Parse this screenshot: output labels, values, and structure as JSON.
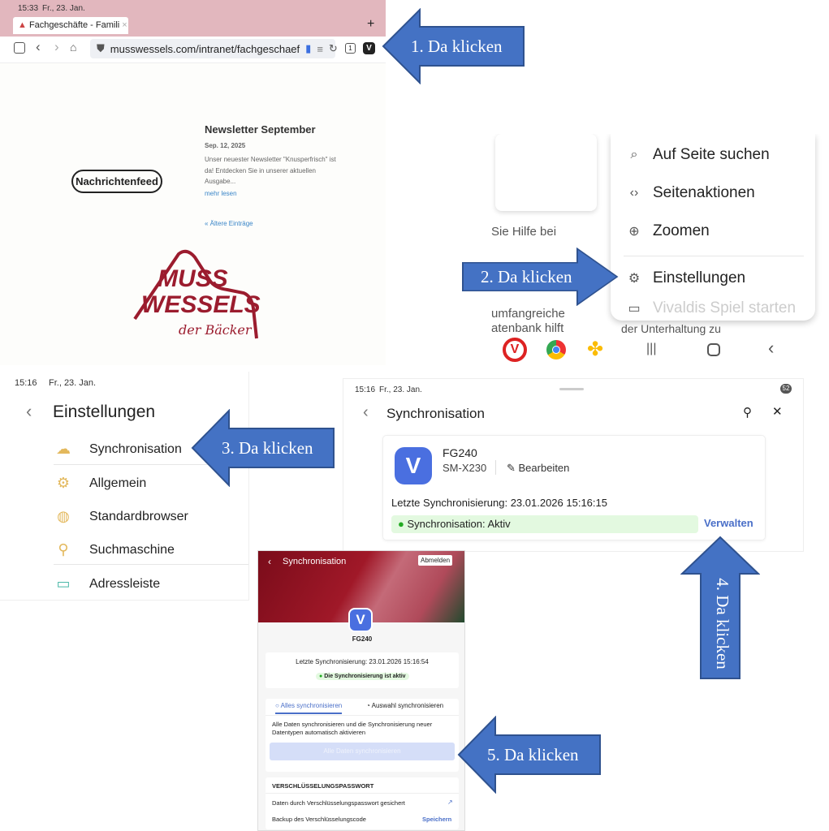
{
  "browser": {
    "status_time": "15:33",
    "status_date": "Fr., 23. Jan.",
    "tab_title": "Fachgeschäfte - Famili",
    "new_tab": "+",
    "tab_close": "×",
    "url": "musswessels.com/intranet/fachgeschaef",
    "tab_count": "1",
    "feed_button": "Nachrichtenfeed",
    "post_title": "Newsletter September",
    "post_date": "Sep. 12, 2025",
    "post_excerpt": "Unser neuester Newsletter \"Knusperfrisch\" ist da! Entdecken Sie in unserer aktuellen Ausgabe...",
    "read_more": "mehr lesen",
    "older": "« Ältere Einträge",
    "logo_line1": "MUSS",
    "logo_line2": "WESSELS",
    "logo_line3": "der Bäcker"
  },
  "menu": {
    "items": [
      {
        "label": "Auf Seite suchen"
      },
      {
        "label": "Seitenaktionen"
      },
      {
        "label": "Zoomen"
      },
      {
        "label": "Einstellungen"
      },
      {
        "label": "Vivaldis Spiel starten"
      }
    ],
    "bg_text": [
      "Sie Hilfe bei",
      "umfangreiche",
      "atenbank hilft",
      "der Unterhaltung zu"
    ]
  },
  "settings": {
    "status_time": "15:16",
    "status_date": "Fr., 23. Jan.",
    "title": "Einstellungen",
    "items": [
      {
        "label": "Synchronisation"
      },
      {
        "label": "Allgemein"
      },
      {
        "label": "Standardbrowser"
      },
      {
        "label": "Suchmaschine"
      },
      {
        "label": "Adressleiste"
      }
    ]
  },
  "sync": {
    "status_time": "15:16",
    "status_date": "Fr., 23. Jan.",
    "battery": "52",
    "title": "Synchronisation",
    "device_name": "FG240",
    "device_model": "SM-X230",
    "edit": "Bearbeiten",
    "last_sync": "Letzte Synchronisierung: 23.01.2026 15:16:15",
    "status": "Synchronisation: Aktiv",
    "manage": "Verwalten"
  },
  "sync_mobile": {
    "title": "Synchronisation",
    "logout": "Abmelden",
    "device_name": "FG240",
    "last_sync": "Letzte Synchronisierung: 23.01.2026 15:16:54",
    "status": "Die Synchronisierung ist aktiv",
    "tab_all": "Alles synchronisieren",
    "tab_select": "Auswahl synchronisieren",
    "description": "Alle Daten synchronisieren und die Synchronisierung neuer Datentypen automatisch aktivieren",
    "sync_all_button": "Alle Daten synchronisieren",
    "enc_heading": "VERSCHLÜSSELUNGSPASSWORT",
    "enc_row1": "Daten durch Verschlüsselungspasswort gesichert",
    "enc_row2": "Backup des Verschlüsselungscode",
    "save": "Speichern"
  },
  "arrows": [
    "1. Da klicken",
    "2. Da klicken",
    "3. Da klicken",
    "4. Da klicken",
    "5. Da klicken"
  ],
  "colors": {
    "arrow": "#4472c4",
    "arrow_border": "#2f528f",
    "vivaldi": "#4a6fe0",
    "brand_red": "#9b1c2e",
    "active_green": "#e3f9e0"
  }
}
